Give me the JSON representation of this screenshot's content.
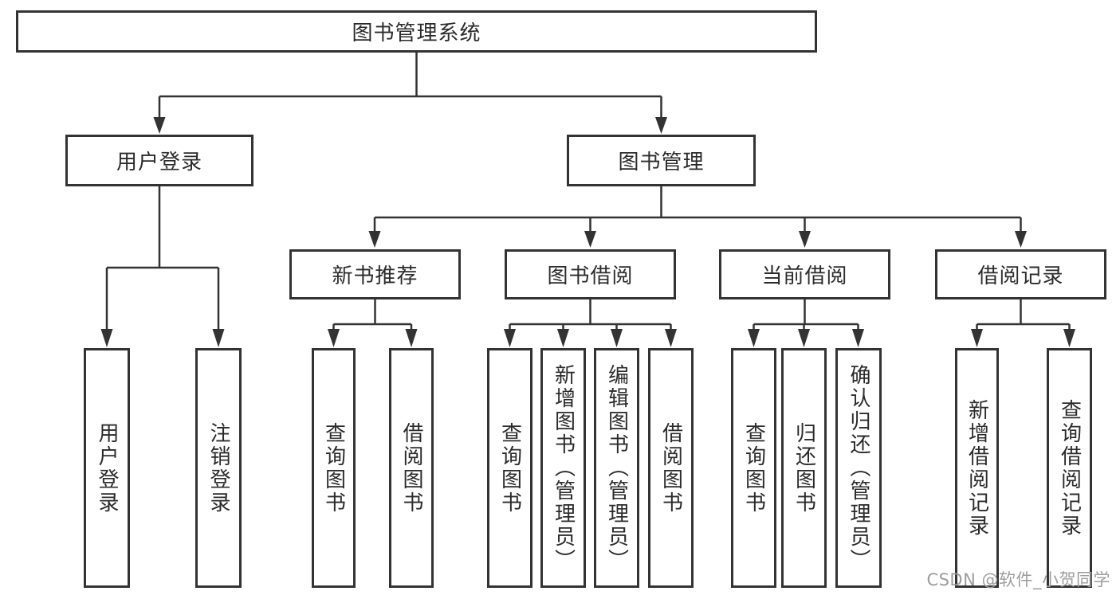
{
  "diagram_title": "图书管理系统",
  "watermark": "CSDN @软件_小贺同学",
  "colors": {
    "line": "#333333",
    "text": "#2b2b2b",
    "box_background": "#ffffff",
    "watermark": "#9d9d9d",
    "page_background": "#ffffff"
  },
  "tree": {
    "root": {
      "label": "图书管理系统"
    },
    "branches": [
      {
        "label": "用户登录",
        "children": [
          {
            "label": "用户登录"
          },
          {
            "label": "注销登录"
          }
        ]
      },
      {
        "label": "图书管理",
        "children": [
          {
            "label": "新书推荐",
            "children": [
              {
                "label": "查询图书"
              },
              {
                "label": "借阅图书"
              }
            ]
          },
          {
            "label": "图书借阅",
            "children": [
              {
                "label": "查询图书"
              },
              {
                "label": "新增图书（管理员）"
              },
              {
                "label": "编辑图书（管理员）"
              },
              {
                "label": "借阅图书"
              }
            ]
          },
          {
            "label": "当前借阅",
            "children": [
              {
                "label": "查询图书"
              },
              {
                "label": "归还图书"
              },
              {
                "label": "确认归还（管理员）"
              }
            ]
          },
          {
            "label": "借阅记录",
            "children": [
              {
                "label": "新增借阅记录"
              },
              {
                "label": "查询借阅记录"
              }
            ]
          }
        ]
      }
    ]
  }
}
